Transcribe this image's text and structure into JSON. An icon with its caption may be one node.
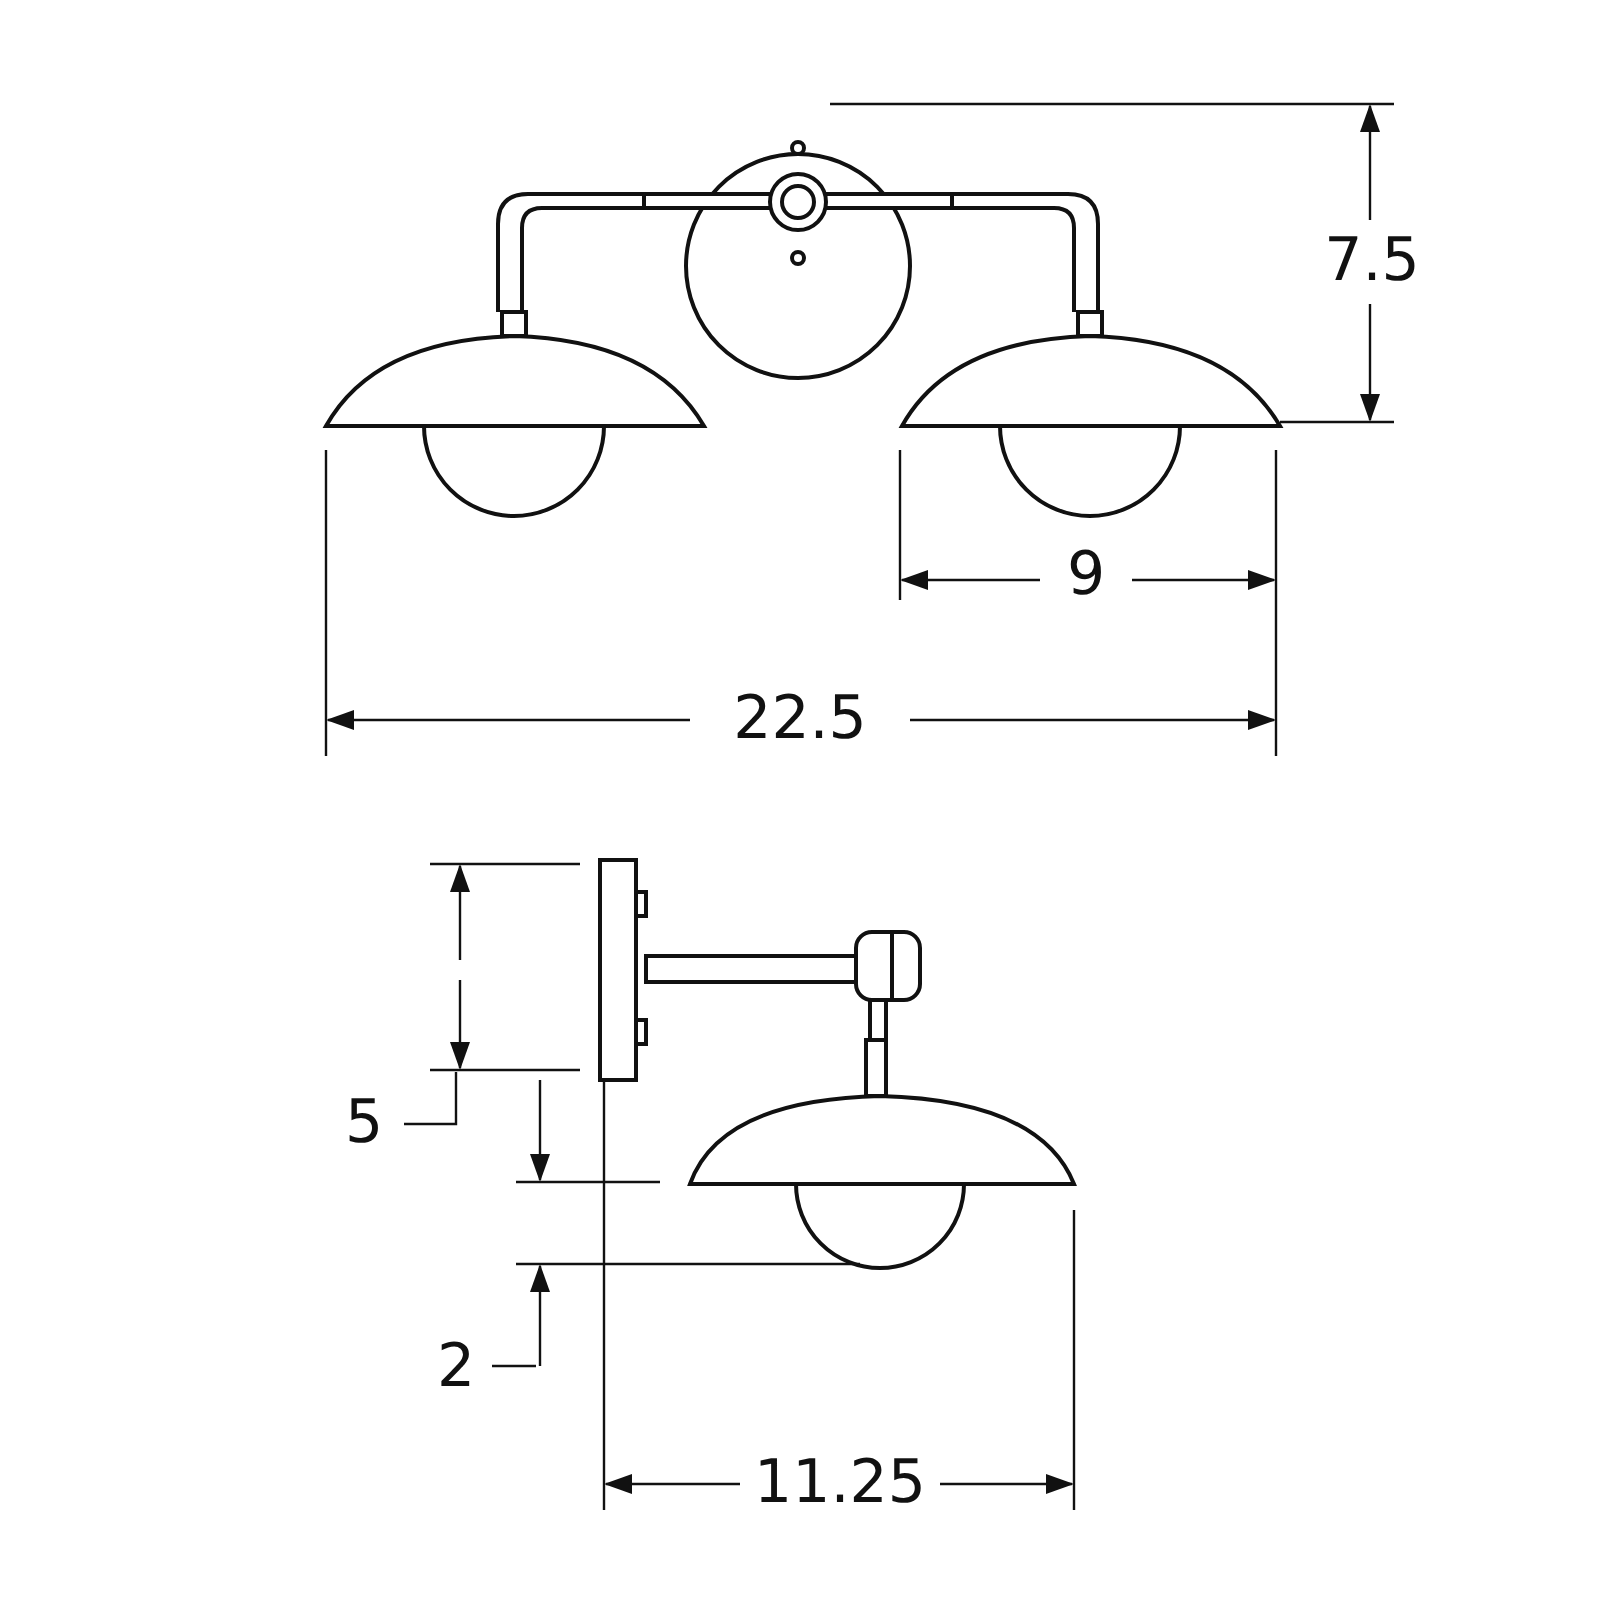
{
  "diagram": {
    "labels": [
      "7.5",
      "9",
      "22.5",
      "5",
      "2",
      "11.25"
    ]
  }
}
